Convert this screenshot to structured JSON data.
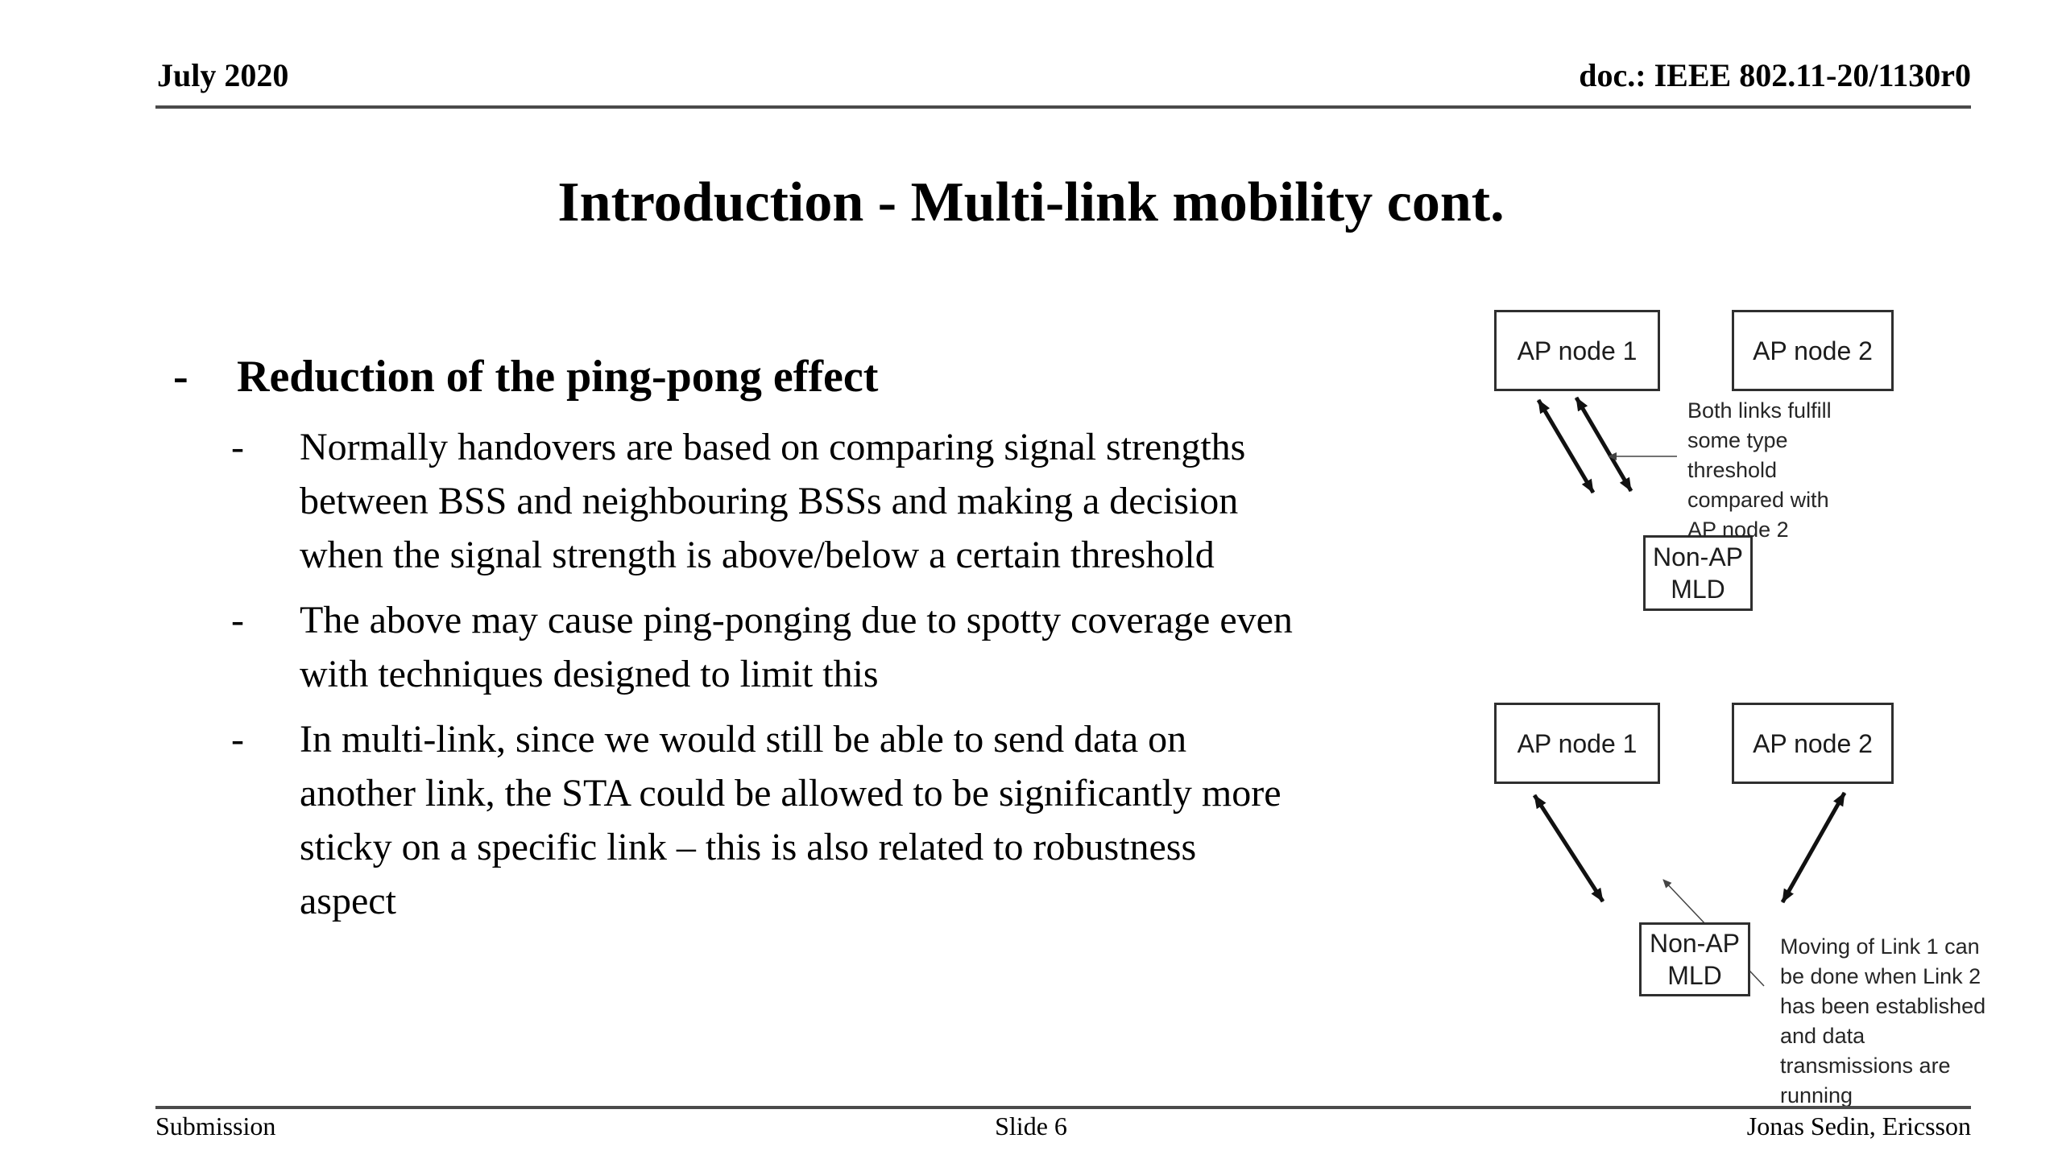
{
  "header": {
    "date": "July 2020",
    "doc": "doc.: IEEE 802.11-20/1130r0"
  },
  "title": "Introduction - Multi-link mobility cont.",
  "bullets": {
    "dash": "-",
    "main": "Reduction of the ping-pong effect",
    "sub": [
      "Normally handovers are based on comparing signal strengths\nbetween BSS and neighbouring BSSs and making a decision\nwhen the signal strength is above/below a certain threshold",
      "The above may cause ping-ponging due to spotty coverage even\nwith techniques designed to limit this",
      "In multi-link, since we would still be able to send data on\nanother link, the STA could be allowed to be significantly more\nsticky on a specific link – this is also related to robustness\naspect"
    ]
  },
  "diagram_top": {
    "ap1_label": "AP node 1",
    "ap2_label": "AP node 2",
    "mld_label": "Non-AP\nMLD",
    "caption": "Both links fulfill\nsome type\nthreshold\ncompared with\nAP node 2"
  },
  "diagram_bottom": {
    "ap1_label": "AP node 1",
    "ap2_label": "AP node 2",
    "mld_label": "Non-AP\nMLD",
    "caption": "Moving of Link 1 can\nbe done when Link 2\nhas been established\nand data\ntransmissions are\nrunning"
  },
  "footer": {
    "left": "Submission",
    "center": "Slide 6",
    "right": "Jonas Sedin, Ericsson"
  },
  "colors": {
    "text": "#000000",
    "rule": "#4b4b4b",
    "box_border": "#2f2f2f",
    "arrow": "#111111",
    "thin_arrow": "#444444"
  }
}
